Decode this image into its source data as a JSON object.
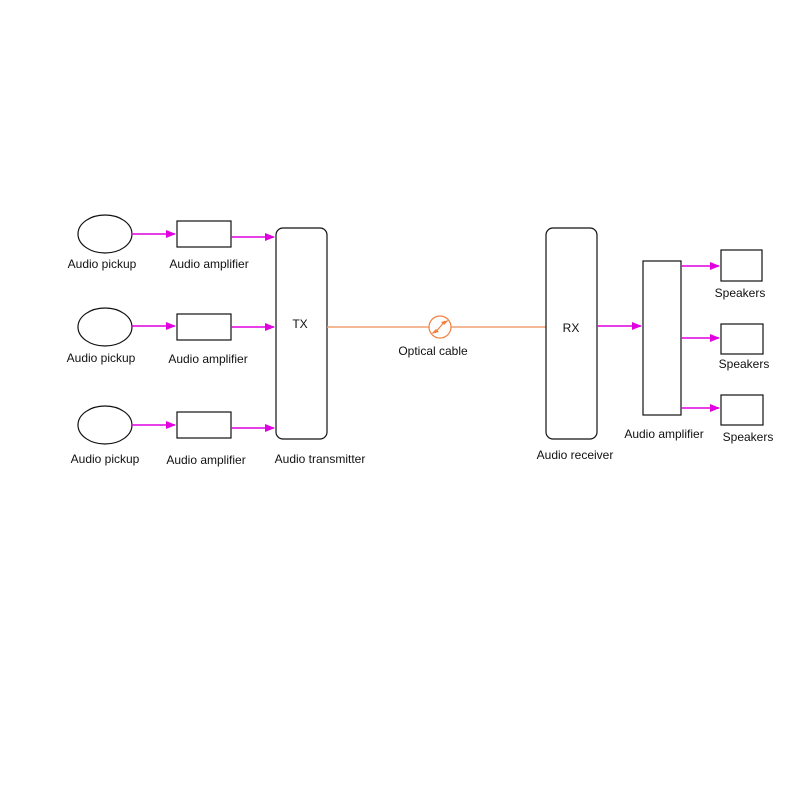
{
  "colors": {
    "arrow": "#e000e0",
    "optical": "#f0a070",
    "connector": "#f08040",
    "line": "#111111"
  },
  "labels": {
    "pickup": "Audio pickup",
    "amplifier": "Audio amplifier",
    "tx": "TX",
    "transmitter": "Audio transmitter",
    "optical_cable": "Optical cable",
    "rx": "RX",
    "receiver": "Audio receiver",
    "speakers": "Speakers"
  },
  "icons": {
    "connector": "optical-connector-icon",
    "pickup": "audio-pickup-icon"
  }
}
